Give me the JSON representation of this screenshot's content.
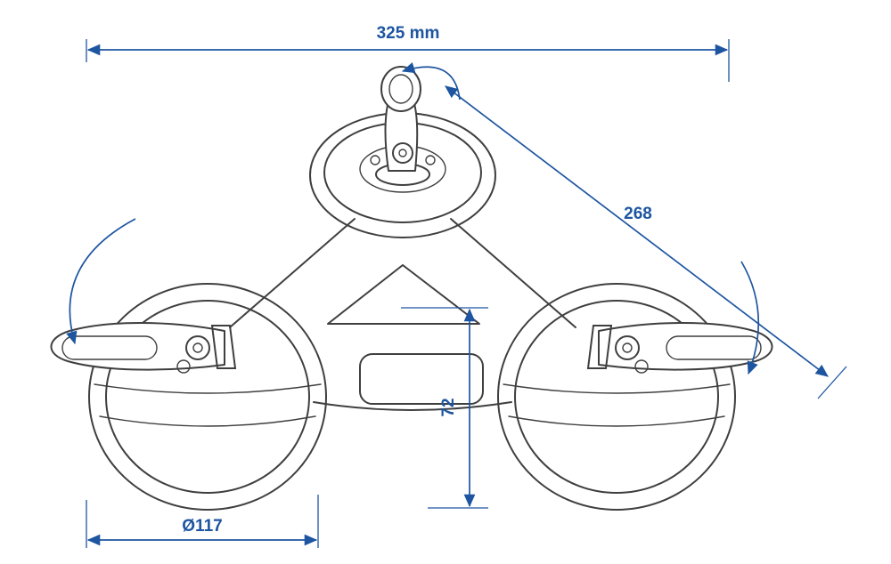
{
  "diagram": {
    "subject": "Triple suction cup lifter - dimensional technical drawing",
    "colors": {
      "line": "#3f3f3f",
      "dimension": "#1d55a0",
      "background": "#ffffff"
    },
    "dimensions": {
      "overall_width": "325 mm",
      "diagonal_spacing": "268",
      "arm_height": "72",
      "cup_diameter": "Ø117"
    }
  }
}
